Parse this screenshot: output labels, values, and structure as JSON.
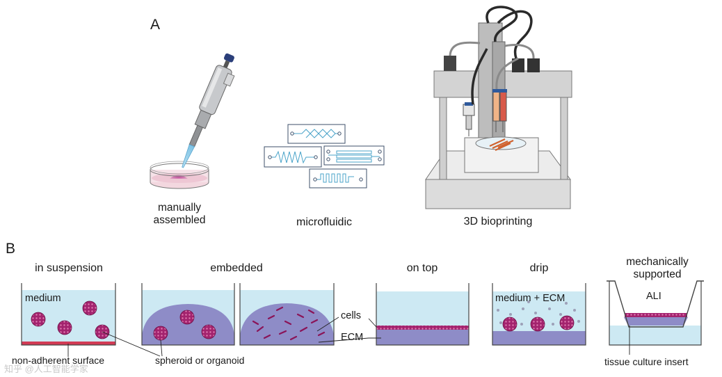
{
  "panel_a": {
    "letter": "A",
    "methods": [
      {
        "line1": "manually",
        "line2": "assembled"
      },
      {
        "label": "microfluidic"
      },
      {
        "label": "3D bioprinting"
      }
    ]
  },
  "panel_b": {
    "letter": "B",
    "conditions": {
      "suspension": "in suspension",
      "embedded": "embedded",
      "on_top": "on top",
      "drip": "drip",
      "mech_line1": "mechanically",
      "mech_line2": "supported"
    },
    "labels": {
      "medium": "medium",
      "medium_ecm": "medium + ECM",
      "ali": "ALI",
      "cells": "cells",
      "ecm": "ECM",
      "non_adherent": "non-adherent surface",
      "spheroid": "spheroid or organoid",
      "insert": "tissue culture insert"
    }
  },
  "watermark": "知乎 @人工智能学家",
  "colors": {
    "medium": "#cde9f3",
    "ecm": "#8e8cc7",
    "cell": "#a3236e",
    "outline": "#444444"
  }
}
